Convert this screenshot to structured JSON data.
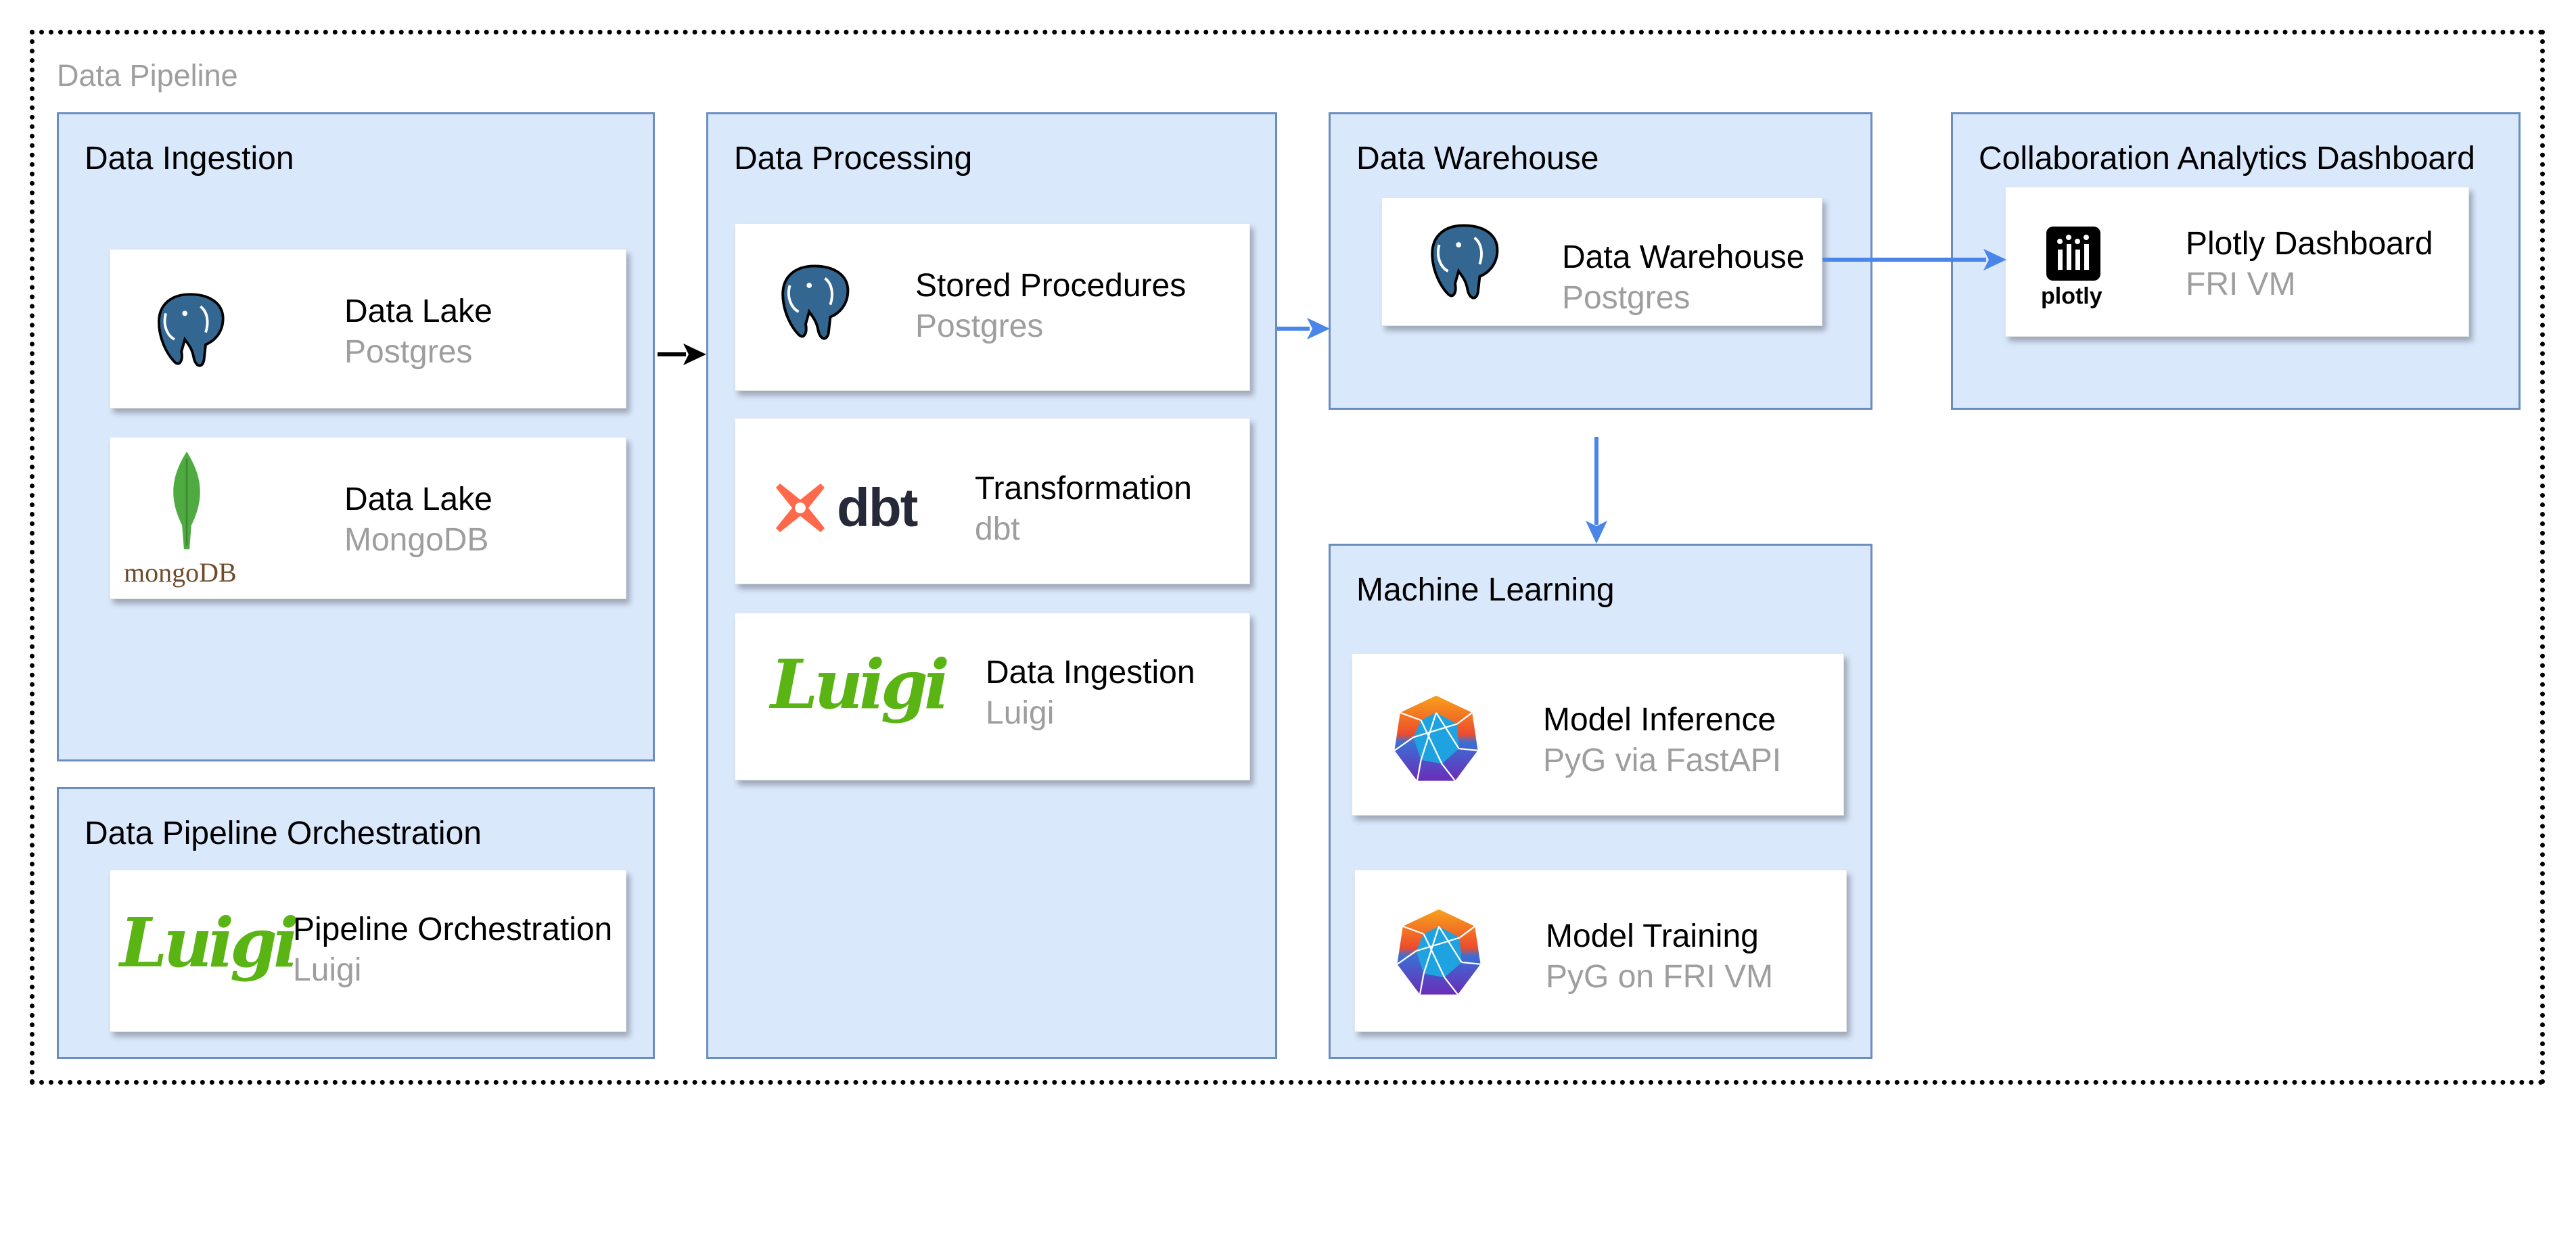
{
  "pipeline": {
    "label": "Data Pipeline"
  },
  "colors": {
    "group_fill": "#dae8fc",
    "group_border": "#6c8ebf",
    "arrow_blue": "#4a86e8",
    "arrow_black": "#000000",
    "subtitle_gray": "#9e9e9e"
  },
  "groups": {
    "ingestion": {
      "title": "Data Ingestion",
      "cards": [
        {
          "name": "Data Lake",
          "sub": "Postgres",
          "icon": "postgres-elephant-icon"
        },
        {
          "name": "Data Lake",
          "sub": "MongoDB",
          "icon": "mongodb-leaf-icon",
          "logo_text": "mongoDB"
        }
      ]
    },
    "orchestration": {
      "title": "Data Pipeline Orchestration",
      "cards": [
        {
          "name": "Pipeline Orchestration",
          "sub": "Luigi",
          "icon": "luigi-logo-icon",
          "logo_text": "Luigi"
        }
      ]
    },
    "processing": {
      "title": "Data Processing",
      "cards": [
        {
          "name": "Stored Procedures",
          "sub": "Postgres",
          "icon": "postgres-elephant-icon"
        },
        {
          "name": "Transformation",
          "sub": "dbt",
          "icon": "dbt-logo-icon",
          "logo_text": "dbt"
        },
        {
          "name": "Data Ingestion",
          "sub": "Luigi",
          "icon": "luigi-logo-icon",
          "logo_text": "Luigi"
        }
      ]
    },
    "warehouse": {
      "title": "Data Warehouse",
      "cards": [
        {
          "name": "Data Warehouse",
          "sub": "Postgres",
          "icon": "postgres-elephant-icon"
        }
      ]
    },
    "ml": {
      "title": "Machine Learning",
      "cards": [
        {
          "name": "Model Inference",
          "sub": "PyG via FastAPI",
          "icon": "pyg-logo-icon"
        },
        {
          "name": "Model Training",
          "sub": "PyG on FRI VM",
          "icon": "pyg-logo-icon"
        }
      ]
    },
    "dashboard": {
      "title": "Collaboration Analytics Dashboard",
      "cards": [
        {
          "name": "Plotly Dashboard",
          "sub": "FRI VM",
          "icon": "plotly-logo-icon",
          "logo_text": "plotly"
        }
      ]
    }
  }
}
